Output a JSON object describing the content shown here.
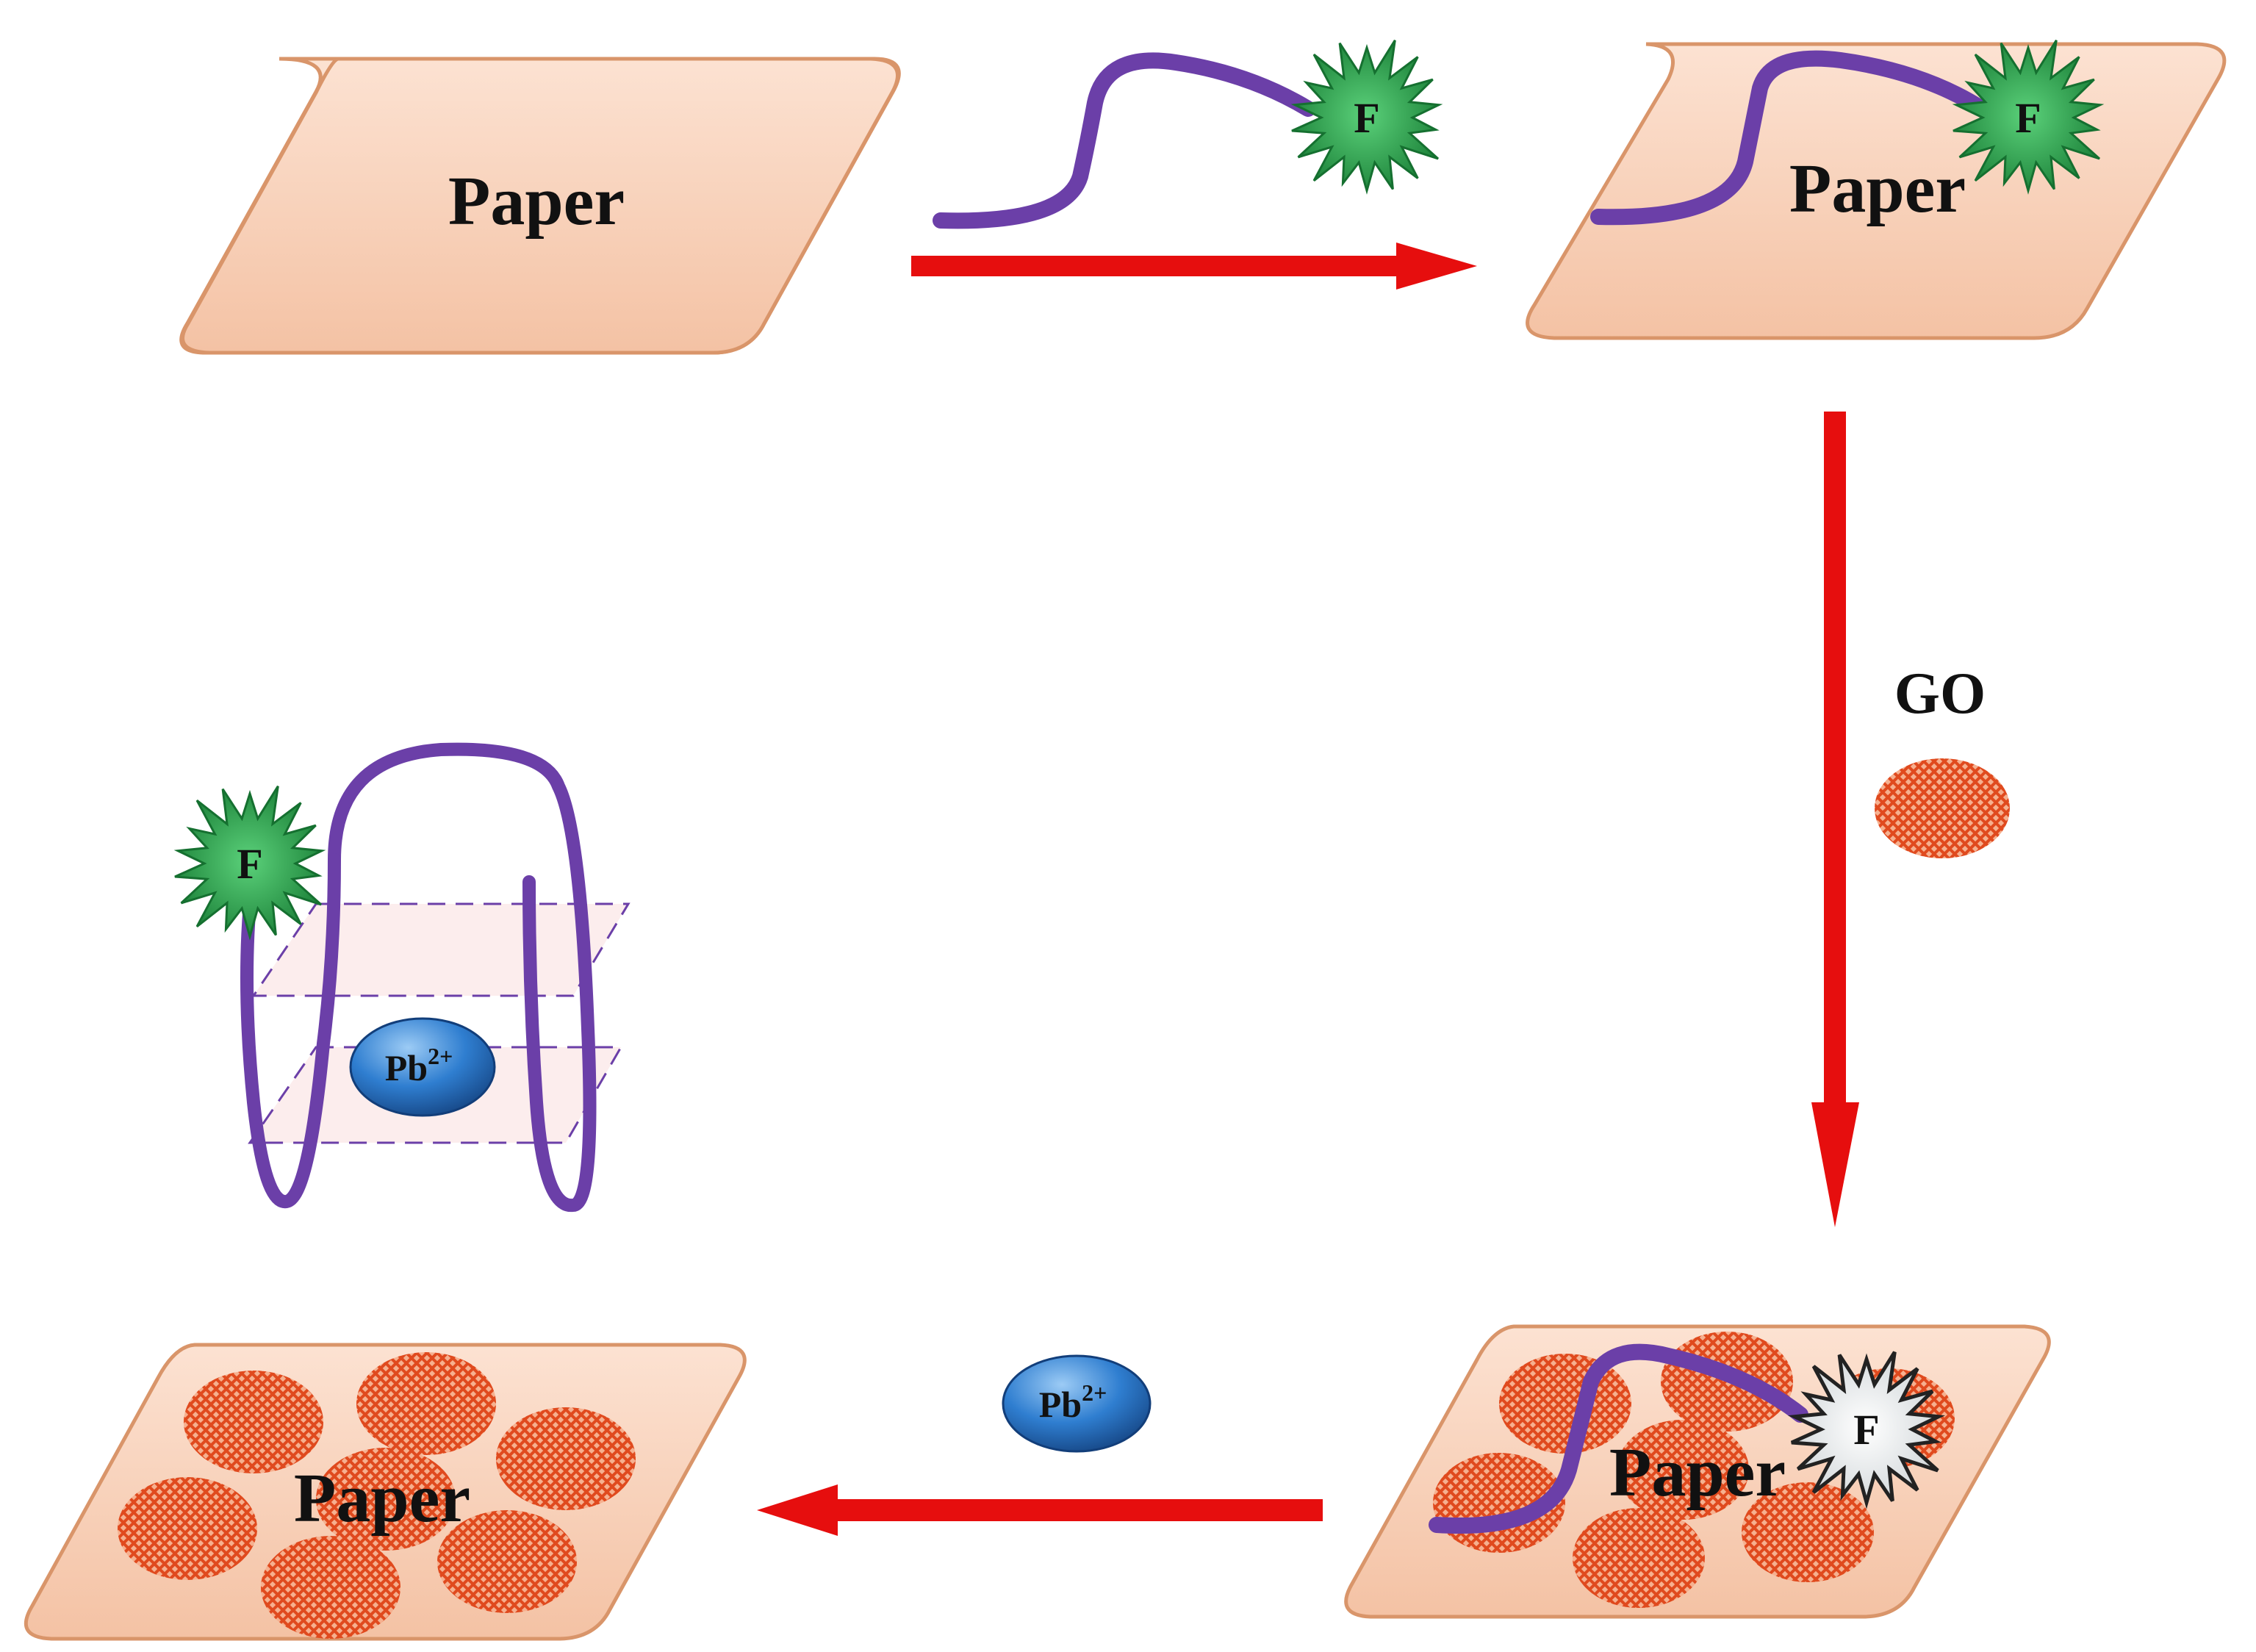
{
  "labels": {
    "paper": "Paper",
    "fluorophore": "F",
    "graphene_oxide": "GO",
    "lead_ion_symbol": "Pb",
    "lead_ion_charge": "2+"
  },
  "colors": {
    "paper_fill": "#F8CDB4",
    "paper_stroke": "#D9956A",
    "arrow": "#E60E0E",
    "dna_strand": "#6B3FA8",
    "fluorophore_on": "#1E8E3E",
    "fluorophore_quenched": "#E2E6E8",
    "go_sheet": "#E8532A",
    "lead_ion": "#2470C4"
  },
  "icons": {
    "fluorophore": "green-starburst-icon",
    "quenched_fluorophore": "white-starburst-icon",
    "graphene_oxide": "orange-mesh-disc-icon",
    "lead_ion": "blue-ellipse-icon"
  }
}
